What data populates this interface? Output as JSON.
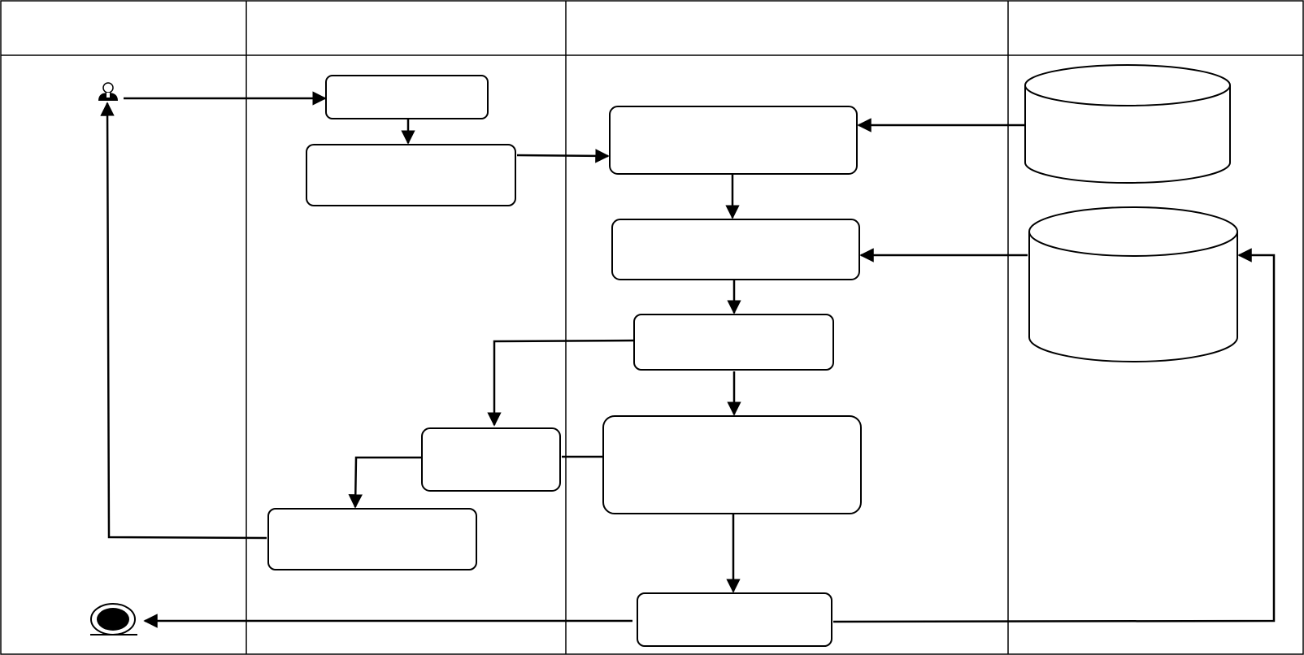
{
  "diagram": {
    "type": "swimlane-activity-diagram",
    "lanes": [
      {
        "id": "lane-1",
        "title": ""
      },
      {
        "id": "lane-2",
        "title": ""
      },
      {
        "id": "lane-3",
        "title": ""
      },
      {
        "id": "lane-4",
        "title": ""
      }
    ],
    "nodes": [
      {
        "id": "actor",
        "kind": "actor",
        "label": ""
      },
      {
        "id": "b1",
        "kind": "activity",
        "label": ""
      },
      {
        "id": "b2",
        "kind": "activity",
        "label": ""
      },
      {
        "id": "b3",
        "kind": "activity",
        "label": ""
      },
      {
        "id": "b4",
        "kind": "activity",
        "label": ""
      },
      {
        "id": "b5",
        "kind": "activity",
        "label": ""
      },
      {
        "id": "b6",
        "kind": "activity",
        "label": ""
      },
      {
        "id": "b7",
        "kind": "activity",
        "label": ""
      },
      {
        "id": "b8",
        "kind": "activity",
        "label": ""
      },
      {
        "id": "b9",
        "kind": "activity",
        "label": ""
      },
      {
        "id": "db1",
        "kind": "datastore",
        "label": ""
      },
      {
        "id": "db2",
        "kind": "datastore",
        "label": ""
      },
      {
        "id": "end",
        "kind": "final-node",
        "label": ""
      }
    ],
    "edges": [
      {
        "from": "actor",
        "to": "b1"
      },
      {
        "from": "b1",
        "to": "b2"
      },
      {
        "from": "b2",
        "to": "b3"
      },
      {
        "from": "db1",
        "to": "b3"
      },
      {
        "from": "b3",
        "to": "b4"
      },
      {
        "from": "db2",
        "to": "b4"
      },
      {
        "from": "b4",
        "to": "b5"
      },
      {
        "from": "b5",
        "to": "b6"
      },
      {
        "from": "b5",
        "to": "b7"
      },
      {
        "from": "b7",
        "to": "b6"
      },
      {
        "from": "b6",
        "to": "b8"
      },
      {
        "from": "b8",
        "to": "actor"
      },
      {
        "from": "b7",
        "to": "b9"
      },
      {
        "from": "b9",
        "to": "end"
      },
      {
        "from": "b9",
        "to": "db2"
      }
    ],
    "colors": {
      "stroke": "#000000",
      "background": "#ffffff"
    }
  }
}
